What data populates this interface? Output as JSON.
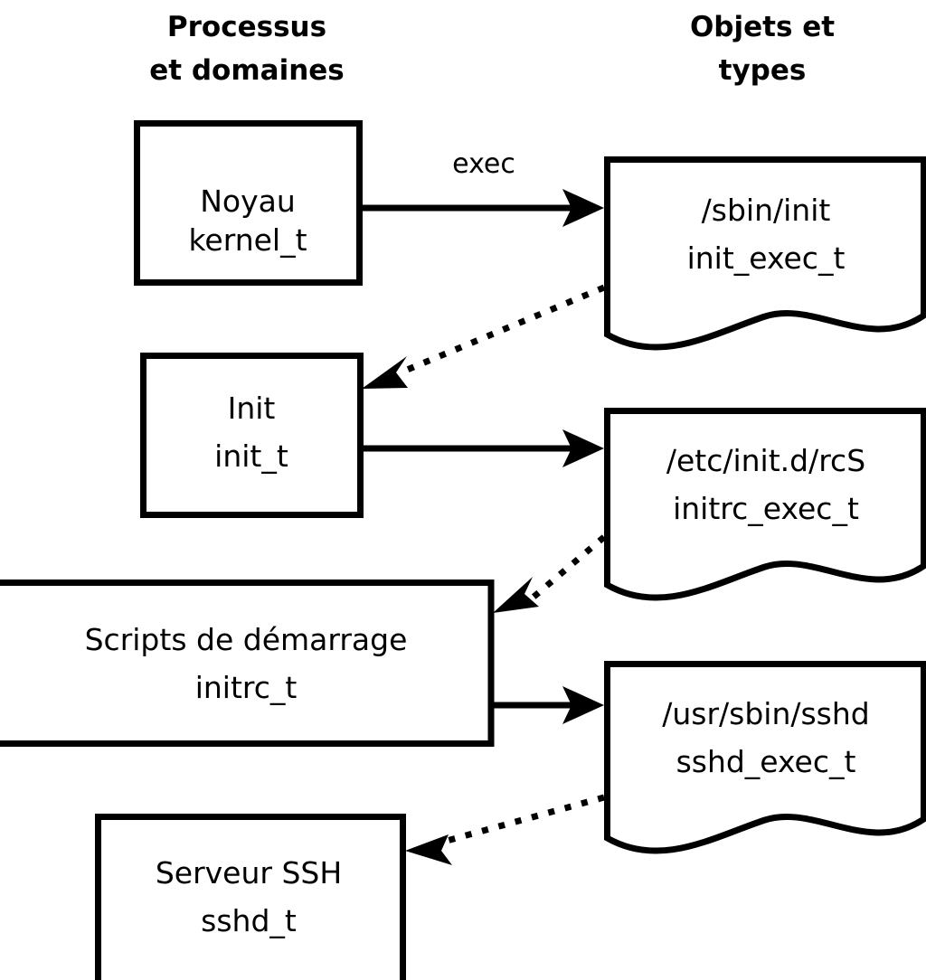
{
  "diagram": {
    "title_columns": {
      "left": {
        "line1": "Processus",
        "line2": "et domaines"
      },
      "right": {
        "line1": "Objets et",
        "line2": "types"
      }
    },
    "process_nodes": [
      {
        "id": "kernel",
        "line1": "Noyau",
        "line2": "kernel_t"
      },
      {
        "id": "init",
        "line1": "Init",
        "line2": "init_t"
      },
      {
        "id": "initrc",
        "line1": "Scripts de démarrage",
        "line2": "initrc_t"
      },
      {
        "id": "sshd",
        "line1": "Serveur SSH",
        "line2": "sshd_t"
      }
    ],
    "object_nodes": [
      {
        "id": "init_exec",
        "line1": "/sbin/init",
        "line2": "init_exec_t"
      },
      {
        "id": "initrc_exec",
        "line1": "/etc/init.d/rcS",
        "line2": "initrc_exec_t"
      },
      {
        "id": "sshd_exec",
        "line1": "/usr/sbin/sshd",
        "line2": "sshd_exec_t"
      }
    ],
    "edges": [
      {
        "id": "kernel-to-init_exec",
        "from": "kernel",
        "to": "init_exec",
        "style": "solid",
        "label": "exec"
      },
      {
        "id": "init_exec-to-init",
        "from": "init_exec",
        "to": "init",
        "style": "dotted",
        "label": ""
      },
      {
        "id": "init-to-initrc_exec",
        "from": "init",
        "to": "initrc_exec",
        "style": "solid",
        "label": ""
      },
      {
        "id": "initrc_exec-to-initrc",
        "from": "initrc_exec",
        "to": "initrc",
        "style": "dotted",
        "label": ""
      },
      {
        "id": "initrc-to-sshd_exec",
        "from": "initrc",
        "to": "sshd_exec",
        "style": "solid",
        "label": ""
      },
      {
        "id": "sshd_exec-to-sshd",
        "from": "sshd_exec",
        "to": "sshd",
        "style": "dotted",
        "label": ""
      }
    ],
    "colors": {
      "stroke": "#000000",
      "fill": "#ffffff",
      "background": "#ffffff"
    }
  }
}
